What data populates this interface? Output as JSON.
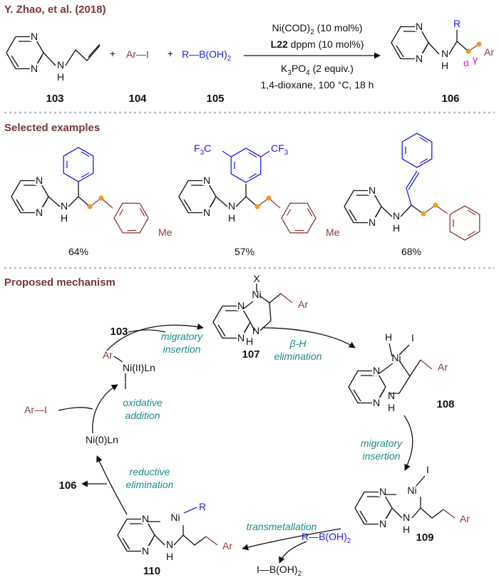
{
  "header": {
    "reference": "Y. Zhao, et al. (2018)"
  },
  "scheme": {
    "amine_label": "103",
    "aryl_halide": "Ar—I",
    "aryl_halide_label": "104",
    "boronic_acid": "R—B(OH)",
    "boronic_acid_sub": "2",
    "boronic_acid_label": "105",
    "plus": "+",
    "conditions": {
      "line1": "Ni(COD)",
      "line1_sub": "2",
      "line1_tail": " (10 mol%)",
      "line2_bold": "L22",
      "line2_tail": " dppm (10 mol%)",
      "line3": "K",
      "line3_sub1": "3",
      "line3_mid": "PO",
      "line3_sub2": "4",
      "line3_tail": " (2 equiv.)",
      "line4": "1,4-dioxane, 100 °C, 18 h"
    },
    "product_label": "106",
    "product_R": "R",
    "product_Ar": "Ar",
    "alpha": "α",
    "gamma": "γ",
    "atoms": {
      "N": "N",
      "H": "H"
    }
  },
  "examples": {
    "heading": "Selected examples",
    "items": [
      {
        "yield": "64%",
        "substituent": "Me"
      },
      {
        "yield": "57%",
        "substituent": "Me",
        "cf3": "F",
        "cf3_sub": "3",
        "cf3_c": "C",
        "cf3_right": "CF"
      },
      {
        "yield": "68%"
      }
    ]
  },
  "mechanism": {
    "heading": "Proposed mechanism",
    "species": {
      "s103": "103",
      "s106": "106",
      "s107": "107",
      "s108": "108",
      "s109": "109",
      "s110": "110",
      "ni_ii": "Ni(II)Ln",
      "ni_0": "Ni(0)Ln",
      "ar_i": "Ar—I",
      "ar": "Ar",
      "i": "I",
      "x": "X",
      "ni": "Ni",
      "r": "R",
      "boronic": "R—B(OH)",
      "boronic_sub": "2",
      "byproduct": "I—B(OH)",
      "byproduct_sub": "2"
    },
    "steps": {
      "migratory_insertion_1a": "migratory",
      "migratory_insertion_1b": "insertion",
      "beta_h_a": "β-H",
      "beta_h_b": "elimination",
      "migratory_insertion_2a": "migratory",
      "migratory_insertion_2b": "insertion",
      "transmetallation": "transmetallation",
      "reductive_a": "reductive",
      "reductive_b": "elimination",
      "oxidative_a": "oxidative",
      "oxidative_b": "addition"
    }
  }
}
